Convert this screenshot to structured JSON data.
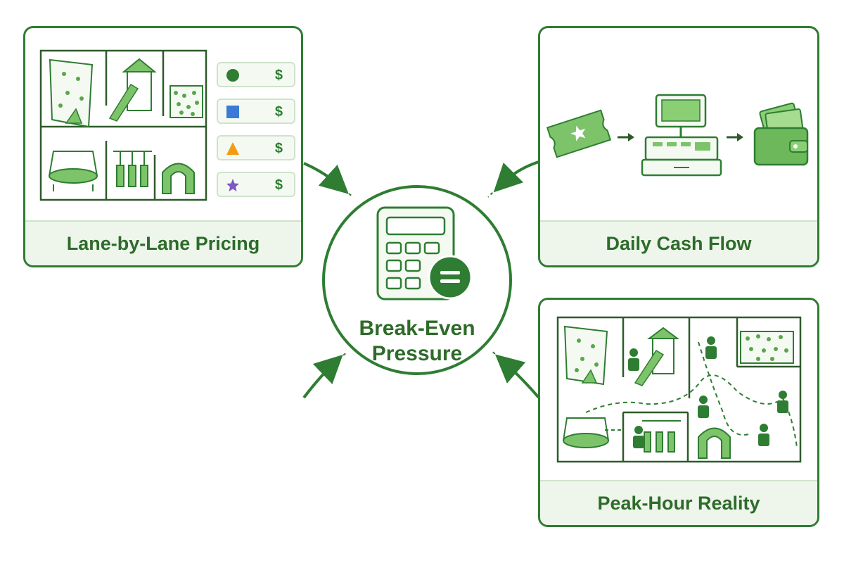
{
  "hub": {
    "title_line1": "Break-Even",
    "title_line2": "Pressure",
    "icon": "calculator-icon",
    "badge_icon": "equals-icon"
  },
  "panels": {
    "pricing": {
      "title": "Lane-by-Lane Pricing",
      "legend": [
        {
          "shape": "circle",
          "color": "#2e7d32",
          "price": "$"
        },
        {
          "shape": "square",
          "color": "#3a7bd5",
          "price": "$"
        },
        {
          "shape": "triangle",
          "color": "#f39c12",
          "price": "$"
        },
        {
          "shape": "star",
          "color": "#7e57c2",
          "price": "$"
        }
      ]
    },
    "cash": {
      "title": "Daily Cash Flow",
      "icons": [
        "ticket-icon",
        "cash-register-icon",
        "wallet-icon"
      ]
    },
    "peak": {
      "title": "Peak-Hour Reality"
    }
  },
  "colors": {
    "primary": "#2e7d32",
    "light": "#eef6ec",
    "accent": "#7cc36a"
  }
}
